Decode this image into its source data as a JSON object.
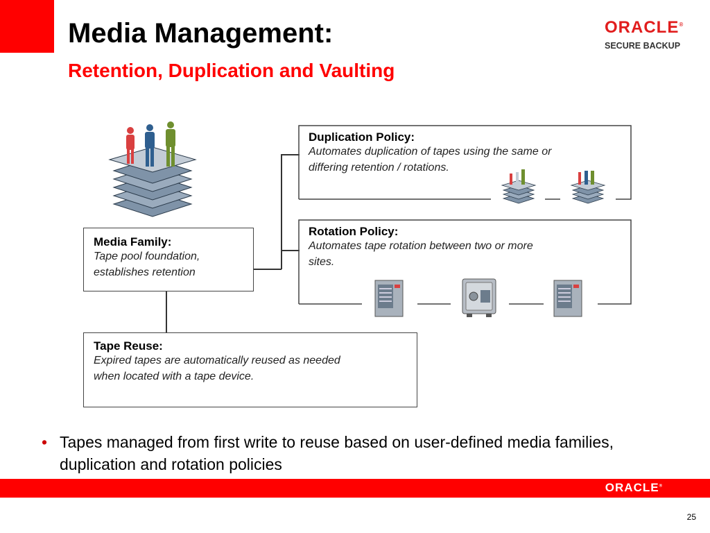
{
  "header": {
    "title": "Media Management:",
    "subtitle": "Retention, Duplication and Vaulting"
  },
  "logo": {
    "brand": "ORACLE",
    "product": "SECURE BACKUP"
  },
  "diagram": {
    "media_family": {
      "title": "Media Family:",
      "lines": [
        "Tape pool foundation,",
        "establishes retention"
      ]
    },
    "duplication_policy": {
      "title": "Duplication Policy:",
      "lines": [
        "Automates duplication of tapes using the same or",
        "differing retention / rotations."
      ]
    },
    "rotation_policy": {
      "title": "Rotation Policy:",
      "lines": [
        "Automates tape rotation between two or more",
        "sites."
      ]
    },
    "tape_reuse": {
      "title": "Tape Reuse:",
      "lines": [
        "Expired tapes are automatically reused as needed",
        "when located with a tape device."
      ]
    }
  },
  "bullets": [
    "Tapes managed from first write to reuse based on user-defined media families, duplication and rotation policies"
  ],
  "footer": {
    "brand": "ORACLE",
    "page_number": "25"
  },
  "colors": {
    "accent": "#ff0000",
    "figure_red": "#d94040",
    "figure_blue": "#2f5f8f",
    "figure_green": "#6f8f2f"
  }
}
